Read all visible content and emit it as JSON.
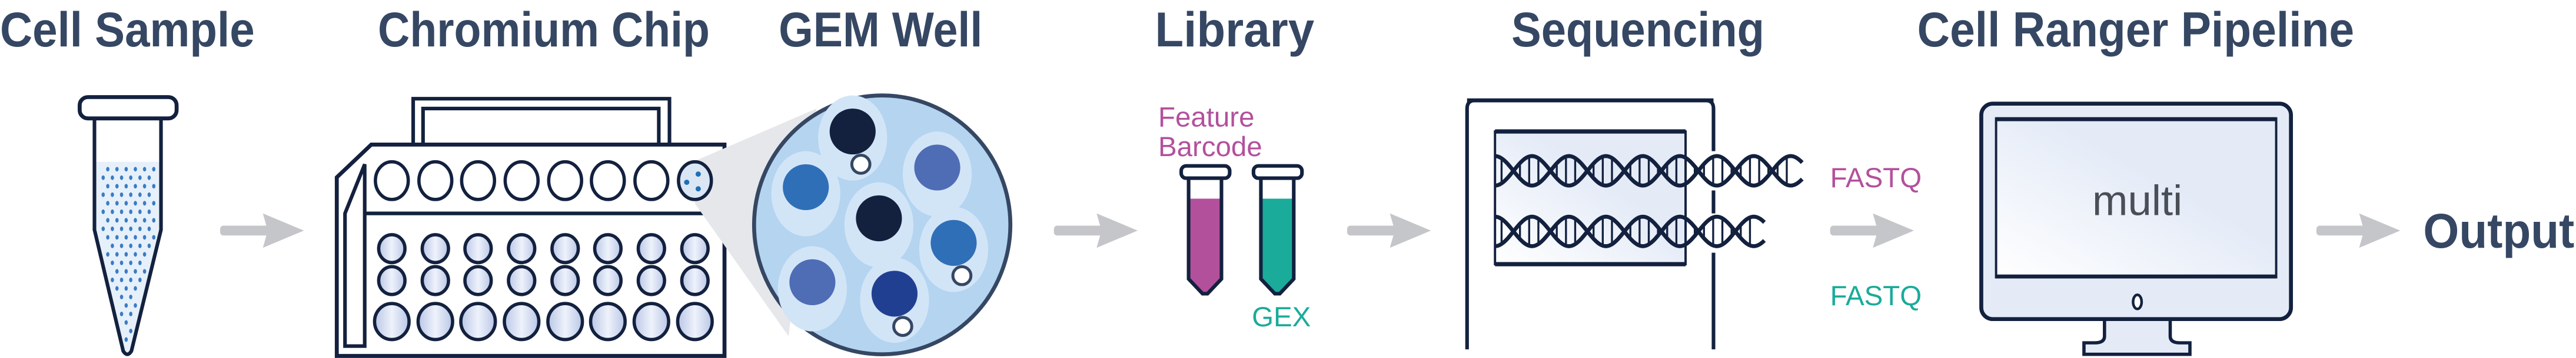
{
  "stages": {
    "cell_sample": "Cell Sample",
    "chromium_chip": "Chromium Chip",
    "gem_well": "GEM Well",
    "library": "Library",
    "sequencing": "Sequencing",
    "pipeline": "Cell Ranger Pipeline",
    "output": "Output"
  },
  "library": {
    "feature_line1": "Feature",
    "feature_line2": "Barcode",
    "gex": "GEX"
  },
  "sequencing": {
    "fastq_feature": "FASTQ",
    "fastq_gex": "FASTQ"
  },
  "monitor": {
    "command": "multi"
  },
  "colors": {
    "title": "#354763",
    "outline": "#13213f",
    "feature_barcode": "#b3509c",
    "gex": "#1aab9a",
    "arrow": "#c4c6c9"
  }
}
